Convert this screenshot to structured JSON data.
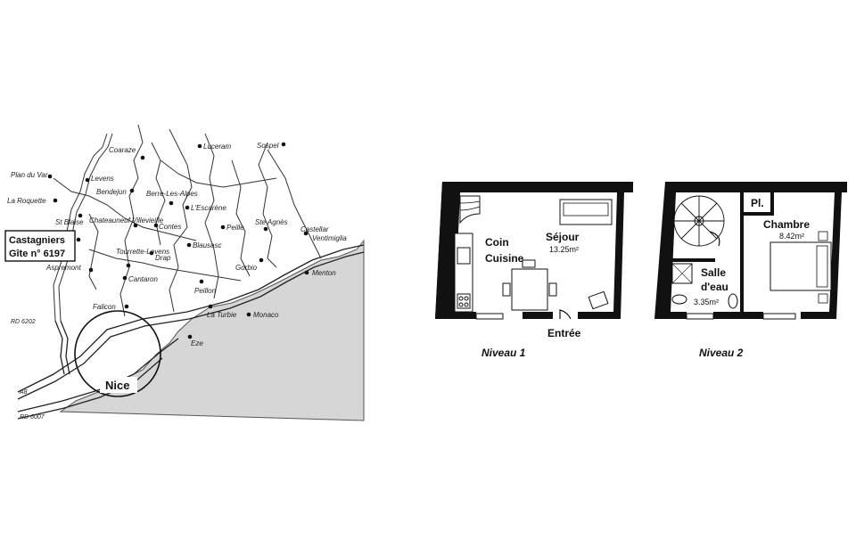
{
  "map": {
    "gite_name": "Castagniers",
    "gite_number": "Gîte n° 6197",
    "nice_label": "Nice",
    "towns": [
      {
        "name": "Coaraze"
      },
      {
        "name": "Luceram"
      },
      {
        "name": "Sospel"
      },
      {
        "name": "Plan du Var"
      },
      {
        "name": "Levens"
      },
      {
        "name": "Bendejun"
      },
      {
        "name": "La Roquette"
      },
      {
        "name": "Berre-Les-Alpes"
      },
      {
        "name": "L'Escarène"
      },
      {
        "name": "St Blaise"
      },
      {
        "name": "Chateauneuf Villevieille"
      },
      {
        "name": "Contes"
      },
      {
        "name": "Peille"
      },
      {
        "name": "Ste Agnès"
      },
      {
        "name": "Castellar"
      },
      {
        "name": "Ventimiglia"
      },
      {
        "name": "Aspremont"
      },
      {
        "name": "Tourrette-Levens"
      },
      {
        "name": "Drap"
      },
      {
        "name": "Blausasc"
      },
      {
        "name": "Gorbio"
      },
      {
        "name": "Menton"
      },
      {
        "name": "Cantaron"
      },
      {
        "name": "Peillon"
      },
      {
        "name": "Falicon"
      },
      {
        "name": "La Turbie"
      },
      {
        "name": "Monaco"
      },
      {
        "name": "Eze"
      }
    ],
    "roads": {
      "rd6202": "RD 6202",
      "a8": "A8",
      "rd6007": "RD 6007"
    }
  },
  "plan": {
    "level1": {
      "label": "Niveau 1",
      "kitchen": [
        "Coin",
        "Cuisine"
      ],
      "living": "Séjour",
      "living_area": "13.25m²",
      "entrance": "Entrée"
    },
    "level2": {
      "label": "Niveau 2",
      "closet": "Pl.",
      "bedroom": "Chambre",
      "bedroom_area": "8.42m²",
      "bathroom": [
        "Salle",
        "d'eau"
      ],
      "bathroom_area": "3.35m²"
    }
  }
}
